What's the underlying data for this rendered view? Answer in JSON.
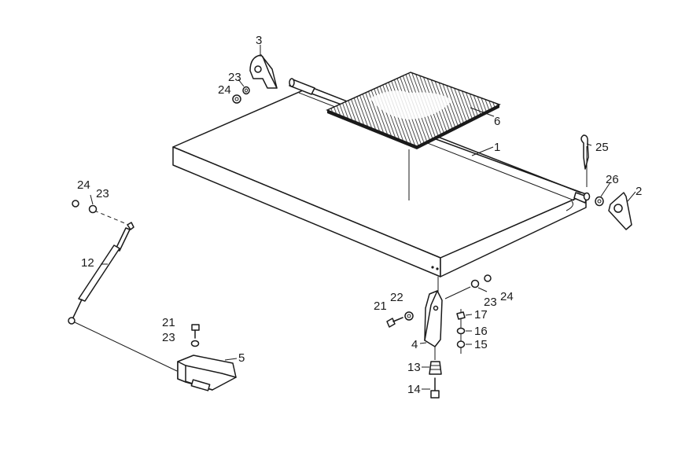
{
  "diagram": {
    "callouts": {
      "part_1": "1",
      "part_2": "2",
      "part_3": "3",
      "part_4": "4",
      "part_5": "5",
      "part_6": "6",
      "part_12": "12",
      "part_13": "13",
      "part_14": "14",
      "part_15": "15",
      "part_16": "16",
      "part_17": "17",
      "part_21_a": "21",
      "part_21_b": "21",
      "part_22": "22",
      "part_23_a": "23",
      "part_23_b": "23",
      "part_23_c": "23",
      "part_23_d": "23",
      "part_24_a": "24",
      "part_24_b": "24",
      "part_24_c": "24",
      "part_25": "25",
      "part_26": "26"
    }
  }
}
